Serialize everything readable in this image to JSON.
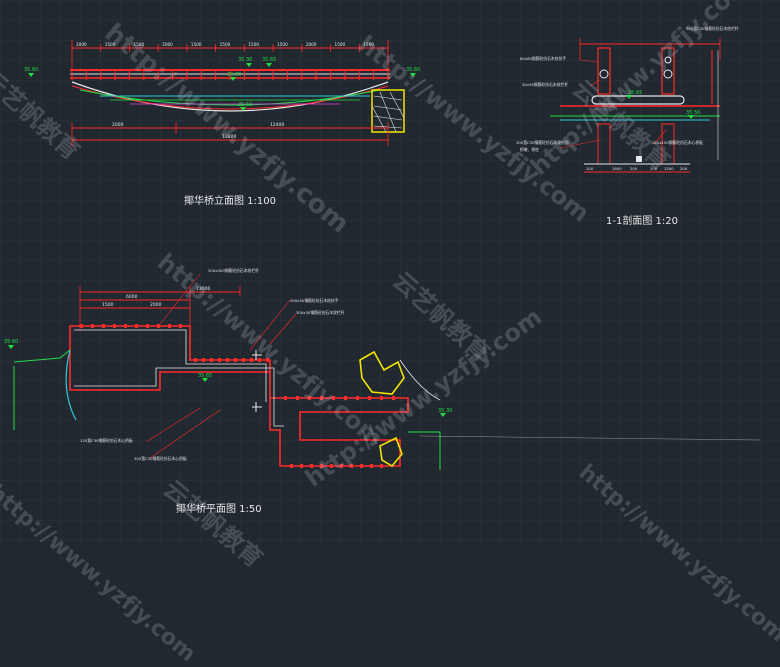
{
  "drawings": {
    "elevation": {
      "title": "揶华桥立面图 1:100",
      "dims_top": [
        "2000",
        "1500",
        "1500",
        "2000",
        "1500",
        "1500",
        "1500",
        "1500",
        "2000",
        "1500",
        "1500"
      ],
      "dim_bottom_a": "2000",
      "dim_bottom_b": "12400",
      "dim_bottom_total": "13800",
      "level_left": "35.60",
      "level_right": "35.60",
      "level_mid": "35.30",
      "level_mid2": "35.65",
      "level_water": "35.60",
      "level_mid_small": "36.00"
    },
    "section": {
      "title": "1-1剖面图 1:20",
      "labels": [
        "300宽C30钢筋砼仿石木纹栏杆",
        "80x80钢筋砼仿石木纹扶手",
        "30x30钢筋砼仿石木纹栏杆",
        "300宽C30钢筋砼仿石木纹桥面",
        "150x150钢筋砼仿石木心桥板",
        "桥墩、桥柱"
      ],
      "level_a": "35.65",
      "level_b": "35.50",
      "dims": [
        "200",
        "1800",
        "200",
        "200",
        "1500",
        "200"
      ]
    },
    "plan": {
      "title": "揶华桥平面图 1:50",
      "labels": [
        "300x300钢筋砼仿石木纹栏杆",
        "300x30钢筋砼仿石木纹扶手",
        "300x30钢筋砼仿石木纹栏杆",
        "120宽C30钢筋砼仿石木心桥板",
        "300宽C30钢筋砼仿石木心桥板"
      ],
      "dims_top": [
        "13000",
        "6000",
        "1500",
        "2000"
      ],
      "level_left": "35.60",
      "level_mid": "35.65",
      "level_right": "35.30"
    }
  },
  "watermarks": [
    "云艺帆教育",
    "http://www.yzfjy.com"
  ],
  "colors": {
    "background": "#212830",
    "red": "#ff2a2a",
    "green": "#22dd44",
    "white": "#e8e8e8",
    "yellow": "#f2e600",
    "cyan": "#33c8d8",
    "magenta": "#e040e0"
  }
}
